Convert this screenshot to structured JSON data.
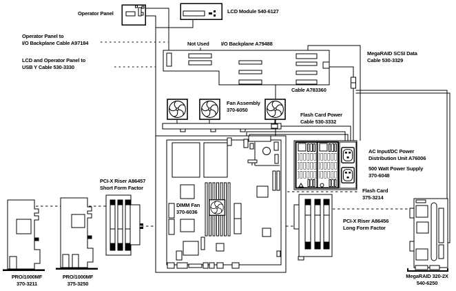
{
  "diagram": {
    "colors": {
      "line": "#000000",
      "background": "#ffffff"
    },
    "labels": {
      "operator_panel": "Operator Panel",
      "lcd_module": "LCD Module 540-6127",
      "op_io_cable": [
        "Operator Panel to",
        "I/O Backplane Cable A97184"
      ],
      "lcd_usb_cable": [
        "LCD and Operator Panel to",
        "USB Y Cable 530-3330"
      ],
      "not_used": "Not Used",
      "io_backplane": "I/O Backplane A79488",
      "megaraid_cable": [
        "MegaRAID SCSI Data",
        "Cable 530-3329"
      ],
      "cable_a783360": "Cable A783360",
      "fan_assembly": [
        "Fan Assembly",
        "370-6050"
      ],
      "flash_power_cable": [
        "Flash Card Power",
        "Cable 530-3332"
      ],
      "ac_power_unit": [
        "AC Input/DC Power",
        "Distribution Unit A76006"
      ],
      "power_supply": [
        "500 Watt Power Supply",
        "370-6048"
      ],
      "flash_card": [
        "Flash Card",
        "375-3214"
      ],
      "riser_short": [
        "PCI-X Riser A86457",
        "Short Form Factor"
      ],
      "dimm_fan": [
        "DIMM Fan",
        "370-6036"
      ],
      "riser_long": [
        "PCI-X Riser A86456",
        "Long Form Factor"
      ],
      "nic_card_1": [
        "PRO/1000MF",
        "370-3211"
      ],
      "nic_card_2": [
        "PRO/1000MF",
        "375-3250"
      ],
      "megaraid_card": [
        "MegaRAID 320-2X",
        "540-6250"
      ]
    }
  }
}
